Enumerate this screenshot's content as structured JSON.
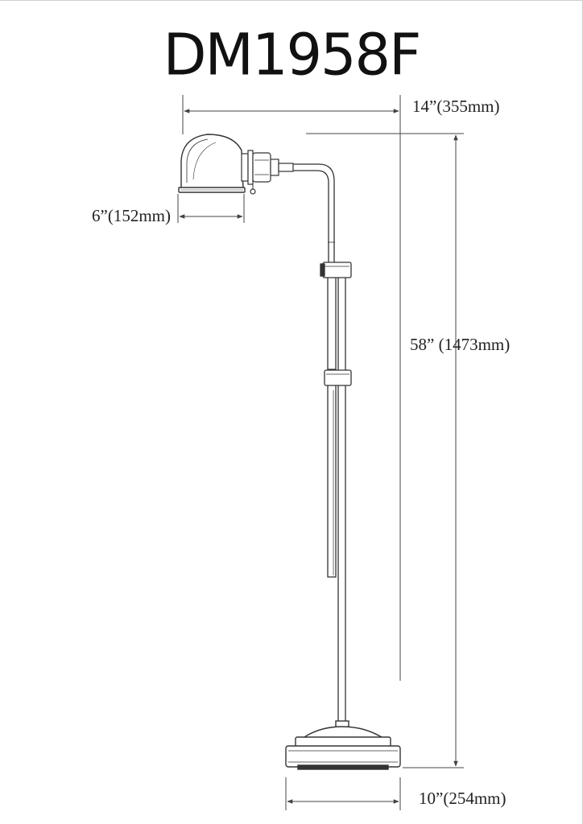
{
  "title": "DM1958F",
  "dimensions": {
    "overall_width": "14”(355mm)",
    "shade_width": "6”(152mm)",
    "overall_height": "58” (1473mm)",
    "base_width": "10”(254mm)"
  },
  "colors": {
    "line": "#333333",
    "dimension_line": "#444444",
    "text": "#222222"
  }
}
